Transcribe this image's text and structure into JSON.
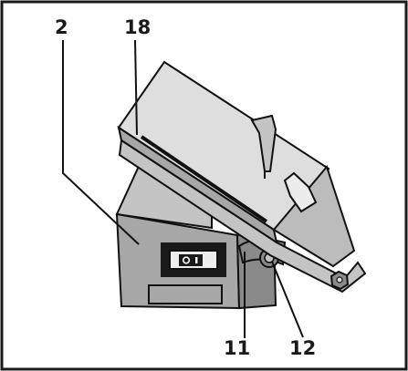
{
  "callouts": {
    "housing": "2",
    "fence": "18",
    "tilt_scale": "11",
    "locking_knob": "12"
  },
  "colors": {
    "frame": "#1a1a1a",
    "housing": "#a7a7a7",
    "housing_light": "#c4c4c4",
    "housing_dark": "#8a8a8a",
    "table": "#dedede",
    "table_light": "#ececec",
    "line": "#111111"
  },
  "icons": [
    "power-switch-icon"
  ]
}
